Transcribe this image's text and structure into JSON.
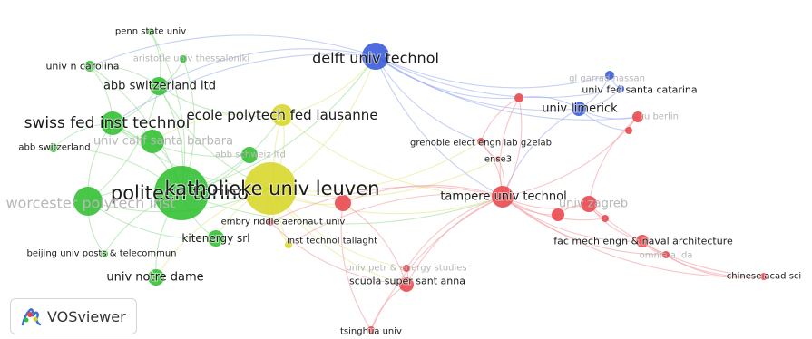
{
  "app": {
    "logo_text": "VOSviewer"
  },
  "colors": {
    "green": "#2fbf2f",
    "yellow": "#d4d419",
    "red": "#e8464b",
    "blue": "#3558d6",
    "green_edge": "#9be09b",
    "yellow_edge": "#e6e68c",
    "red_edge": "#f2a0a4",
    "blue_edge": "#9fb0ee"
  },
  "nodes": [
    {
      "id": "polit",
      "label": "politecn torino",
      "cluster": "green"
    },
    {
      "id": "kul",
      "label": "katholieke univ leuven",
      "cluster": "yellow"
    },
    {
      "id": "swiss",
      "label": "swiss fed inst technol",
      "cluster": "green"
    },
    {
      "id": "worc",
      "label": "worcester polytech inst",
      "cluster": "green"
    },
    {
      "id": "abbltd",
      "label": "abb switzerland ltd",
      "cluster": "green"
    },
    {
      "id": "ucsb",
      "label": "univ calif santa barbara",
      "cluster": "green"
    },
    {
      "id": "penn",
      "label": "penn state univ",
      "cluster": "green"
    },
    {
      "id": "arist",
      "label": "aristotle univ thessaloniki",
      "cluster": "green"
    },
    {
      "id": "unc",
      "label": "univ n carolina",
      "cluster": "green"
    },
    {
      "id": "abbsw",
      "label": "abb switzerland",
      "cluster": "green"
    },
    {
      "id": "abbsch",
      "label": "abb schweiz ltd",
      "cluster": "green"
    },
    {
      "id": "kit",
      "label": "kitenergy srl",
      "cluster": "green"
    },
    {
      "id": "beij",
      "label": "beijing univ posts & telecommun",
      "cluster": "green"
    },
    {
      "id": "nd",
      "label": "univ notre dame",
      "cluster": "green"
    },
    {
      "id": "epfl",
      "label": "ecole polytech fed lausanne",
      "cluster": "yellow"
    },
    {
      "id": "itt",
      "label": "inst technol tallaght",
      "cluster": "yellow"
    },
    {
      "id": "embry",
      "label": "embry riddle aeronaut univ",
      "cluster": "red"
    },
    {
      "id": "delft",
      "label": "delft univ technol",
      "cluster": "blue"
    },
    {
      "id": "glg",
      "label": "gl garrad hassan",
      "cluster": "blue"
    },
    {
      "id": "ufsc",
      "label": "univ fed santa catarina",
      "cluster": "blue"
    },
    {
      "id": "lim",
      "label": "univ limerick",
      "cluster": "blue"
    },
    {
      "id": "berlin",
      "label": "tu berlin",
      "cluster": "red"
    },
    {
      "id": "gren",
      "label": "grenoble elect engn lab g2elab",
      "cluster": "red"
    },
    {
      "id": "ense3",
      "label": "ense3",
      "cluster": "red"
    },
    {
      "id": "tamp",
      "label": "tampere univ technol",
      "cluster": "red"
    },
    {
      "id": "zag",
      "label": "univ zagreb",
      "cluster": "red"
    },
    {
      "id": "fme",
      "label": "fac mech engn & naval architecture",
      "cluster": "red"
    },
    {
      "id": "omn",
      "label": "omnia a lda",
      "cluster": "red"
    },
    {
      "id": "cas",
      "label": "chinese acad sci",
      "cluster": "red"
    },
    {
      "id": "upes",
      "label": "univ petr & energy studies",
      "cluster": "red"
    },
    {
      "id": "ssa",
      "label": "scuola super sant anna",
      "cluster": "red"
    },
    {
      "id": "tsing",
      "label": "tsinghua univ",
      "cluster": "red"
    },
    {
      "id": "r1",
      "label": "",
      "cluster": "red"
    },
    {
      "id": "r2",
      "label": "",
      "cluster": "red"
    },
    {
      "id": "r3",
      "label": "",
      "cluster": "red"
    },
    {
      "id": "r4",
      "label": "",
      "cluster": "red"
    },
    {
      "id": "r5",
      "label": "",
      "cluster": "red"
    }
  ],
  "links": [
    [
      "polit",
      "kul"
    ],
    [
      "polit",
      "swiss"
    ],
    [
      "polit",
      "worc"
    ],
    [
      "polit",
      "abbltd"
    ],
    [
      "polit",
      "ucsb"
    ],
    [
      "polit",
      "kit"
    ],
    [
      "polit",
      "nd"
    ],
    [
      "polit",
      "beij"
    ],
    [
      "polit",
      "unc"
    ],
    [
      "polit",
      "penn"
    ],
    [
      "polit",
      "arist"
    ],
    [
      "polit",
      "abbsw"
    ],
    [
      "polit",
      "abbsch"
    ],
    [
      "polit",
      "epfl"
    ],
    [
      "polit",
      "delft"
    ],
    [
      "polit",
      "tamp"
    ],
    [
      "swiss",
      "abbltd"
    ],
    [
      "swiss",
      "abbsw"
    ],
    [
      "swiss",
      "ucsb"
    ],
    [
      "swiss",
      "worc"
    ],
    [
      "swiss",
      "kul"
    ],
    [
      "swiss",
      "unc"
    ],
    [
      "swiss",
      "abbsch"
    ],
    [
      "worc",
      "kul"
    ],
    [
      "worc",
      "abbltd"
    ],
    [
      "worc",
      "beij"
    ],
    [
      "worc",
      "kit"
    ],
    [
      "abbltd",
      "kul"
    ],
    [
      "abbltd",
      "arist"
    ],
    [
      "abbltd",
      "unc"
    ],
    [
      "abbltd",
      "penn"
    ],
    [
      "abbltd",
      "epfl"
    ],
    [
      "kul",
      "epfl"
    ],
    [
      "kul",
      "delft"
    ],
    [
      "kul",
      "tamp"
    ],
    [
      "kul",
      "itt"
    ],
    [
      "kul",
      "embry"
    ],
    [
      "kul",
      "kit"
    ],
    [
      "kul",
      "ssa"
    ],
    [
      "kul",
      "r1"
    ],
    [
      "kul",
      "gren"
    ],
    [
      "kul",
      "ense3"
    ],
    [
      "kul",
      "upes"
    ],
    [
      "kul",
      "nd"
    ],
    [
      "epfl",
      "delft"
    ],
    [
      "epfl",
      "tamp"
    ],
    [
      "epfl",
      "ucsb"
    ],
    [
      "epfl",
      "itt"
    ],
    [
      "delft",
      "lim"
    ],
    [
      "delft",
      "ufsc"
    ],
    [
      "delft",
      "glg"
    ],
    [
      "delft",
      "tamp"
    ],
    [
      "delft",
      "r2"
    ],
    [
      "delft",
      "berlin"
    ],
    [
      "delft",
      "gren"
    ],
    [
      "delft",
      "abbltd"
    ],
    [
      "delft",
      "swiss"
    ],
    [
      "delft",
      "unc"
    ],
    [
      "lim",
      "ufsc"
    ],
    [
      "lim",
      "glg"
    ],
    [
      "lim",
      "berlin"
    ],
    [
      "lim",
      "tamp"
    ],
    [
      "lim",
      "r2"
    ],
    [
      "glg",
      "ufsc"
    ],
    [
      "lim",
      "r3"
    ],
    [
      "tamp",
      "gren"
    ],
    [
      "tamp",
      "ense3"
    ],
    [
      "tamp",
      "zag"
    ],
    [
      "tamp",
      "fme"
    ],
    [
      "tamp",
      "r4"
    ],
    [
      "tamp",
      "ssa"
    ],
    [
      "tamp",
      "r1"
    ],
    [
      "tamp",
      "berlin"
    ],
    [
      "tamp",
      "r2"
    ],
    [
      "tamp",
      "r5"
    ],
    [
      "tamp",
      "omn"
    ],
    [
      "tamp",
      "cas"
    ],
    [
      "tamp",
      "embry"
    ],
    [
      "tamp",
      "upes"
    ],
    [
      "tamp",
      "tsing"
    ],
    [
      "tamp",
      "itt"
    ],
    [
      "zag",
      "fme"
    ],
    [
      "zag",
      "r5"
    ],
    [
      "zag",
      "r4"
    ],
    [
      "fme",
      "omn"
    ],
    [
      "fme",
      "cas"
    ],
    [
      "omn",
      "cas"
    ],
    [
      "zag",
      "cas"
    ],
    [
      "ssa",
      "upes"
    ],
    [
      "ssa",
      "tsing"
    ],
    [
      "ssa",
      "r1"
    ],
    [
      "embry",
      "ssa"
    ],
    [
      "r1",
      "tsing"
    ],
    [
      "gren",
      "ense3"
    ],
    [
      "berlin",
      "r3"
    ],
    [
      "berlin",
      "zag"
    ],
    [
      "r2",
      "gren"
    ],
    [
      "r2",
      "tamp"
    ]
  ]
}
